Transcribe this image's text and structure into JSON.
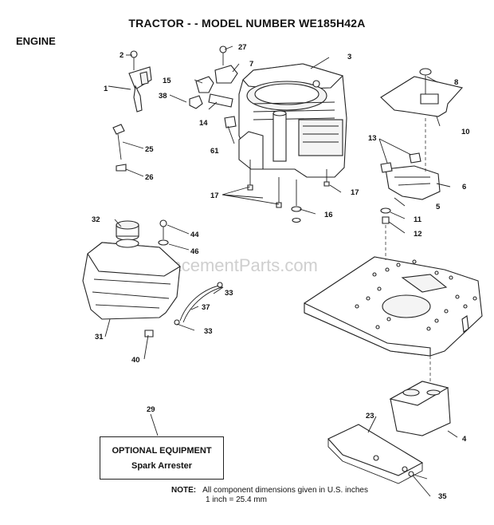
{
  "header": {
    "title": "TRACTOR - - MODEL NUMBER WE185H42A",
    "section": "ENGINE"
  },
  "watermark": "eReplacementParts.com",
  "callouts": [
    "1",
    "2",
    "3",
    "4",
    "5",
    "6",
    "7",
    "8",
    "10",
    "11",
    "12",
    "13",
    "14",
    "15",
    "16",
    "17",
    "23",
    "25",
    "26",
    "27",
    "29",
    "31",
    "32",
    "33",
    "35",
    "37",
    "38",
    "40",
    "44",
    "46",
    "61"
  ],
  "optional": {
    "title": "OPTIONAL EQUIPMENT",
    "item": "Spark Arrester"
  },
  "note": {
    "label": "NOTE:",
    "line1": "All component dimensions given in U.S. inches",
    "line2": "1 inch = 25.4 mm"
  }
}
